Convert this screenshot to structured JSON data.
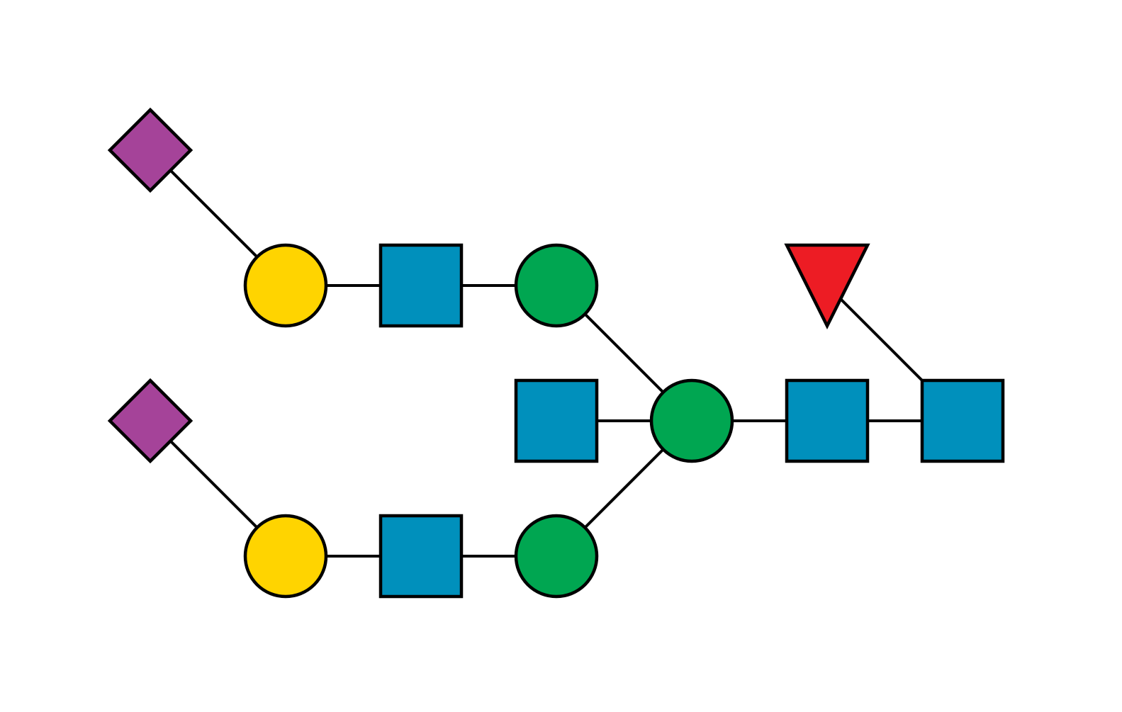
{
  "diagram": {
    "colors": {
      "background": "#ffffff",
      "stroke": "#000000",
      "neu5ac": "#a54399",
      "galactose": "#ffd400",
      "glcnac": "#0090bc",
      "mannose": "#00a651",
      "fucose": "#ed1c24"
    },
    "residues": [
      {
        "id": "neu5ac-top",
        "kind": "neu5ac-diamond-icon"
      },
      {
        "id": "neu5ac-bottom",
        "kind": "neu5ac-diamond-icon"
      },
      {
        "id": "gal-top",
        "kind": "galactose-circle-icon"
      },
      {
        "id": "gal-bottom",
        "kind": "galactose-circle-icon"
      },
      {
        "id": "glcnac-top-arm",
        "kind": "glcnac-square-icon"
      },
      {
        "id": "glcnac-bottom-arm",
        "kind": "glcnac-square-icon"
      },
      {
        "id": "man-top",
        "kind": "mannose-circle-icon"
      },
      {
        "id": "man-bottom",
        "kind": "mannose-circle-icon"
      },
      {
        "id": "man-core",
        "kind": "mannose-circle-icon"
      },
      {
        "id": "glcnac-bisecting",
        "kind": "glcnac-square-icon"
      },
      {
        "id": "glcnac-core-1",
        "kind": "glcnac-square-icon"
      },
      {
        "id": "glcnac-reducing-end",
        "kind": "glcnac-square-icon"
      },
      {
        "id": "fuc-core",
        "kind": "fucose-triangle-icon"
      }
    ],
    "linkages": [
      {
        "from": "neu5ac-top",
        "to": "gal-top"
      },
      {
        "from": "gal-top",
        "to": "glcnac-top-arm"
      },
      {
        "from": "glcnac-top-arm",
        "to": "man-top"
      },
      {
        "from": "man-top",
        "to": "man-core"
      },
      {
        "from": "neu5ac-bottom",
        "to": "gal-bottom"
      },
      {
        "from": "gal-bottom",
        "to": "glcnac-bottom-arm"
      },
      {
        "from": "glcnac-bottom-arm",
        "to": "man-bottom"
      },
      {
        "from": "man-bottom",
        "to": "man-core"
      },
      {
        "from": "glcnac-bisecting",
        "to": "man-core"
      },
      {
        "from": "man-core",
        "to": "glcnac-core-1"
      },
      {
        "from": "glcnac-core-1",
        "to": "glcnac-reducing-end"
      },
      {
        "from": "fuc-core",
        "to": "glcnac-reducing-end"
      }
    ]
  }
}
